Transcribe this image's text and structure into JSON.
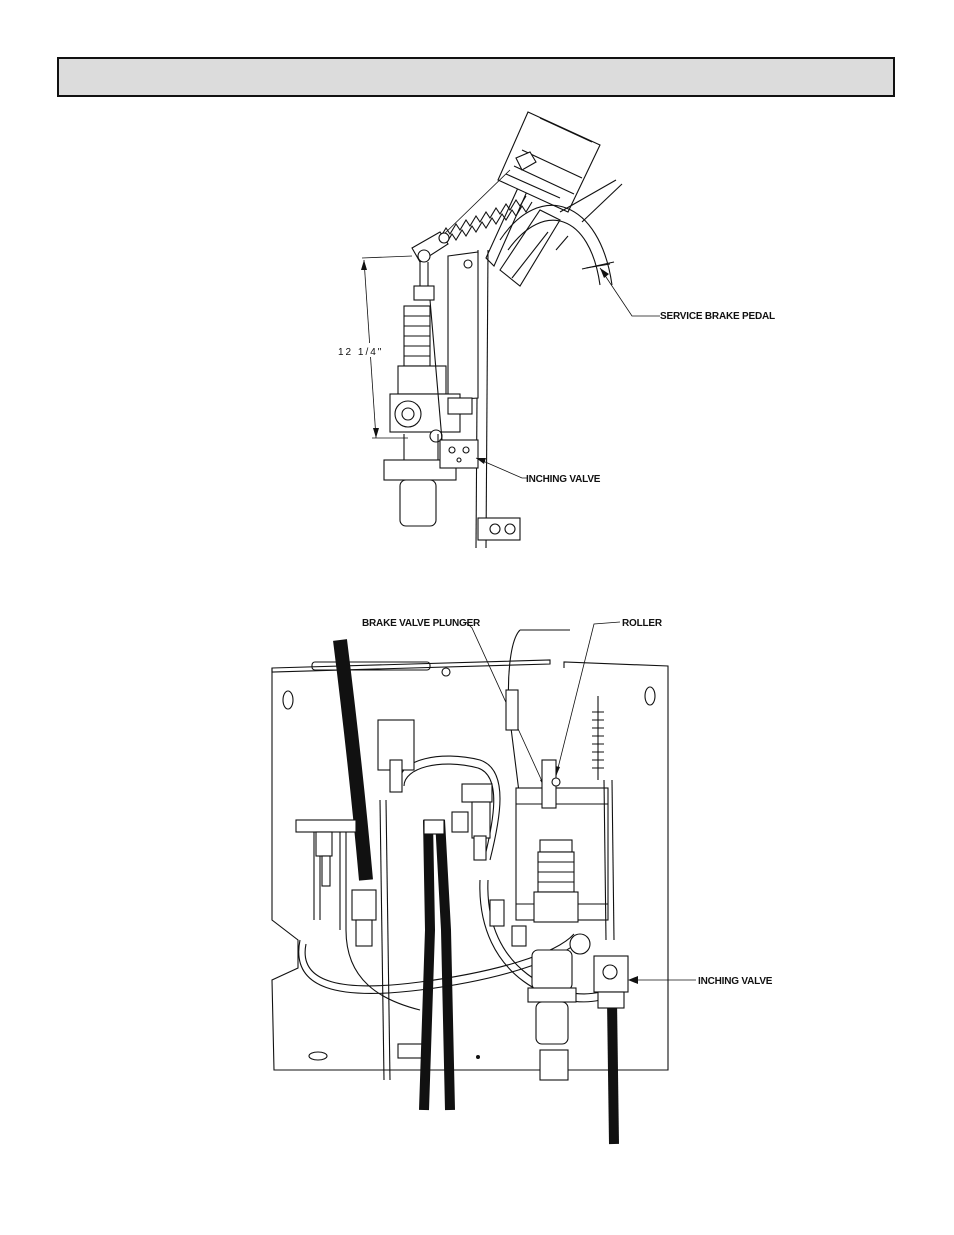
{
  "header": {
    "title": ""
  },
  "figure_top": {
    "labels": {
      "service_brake_pedal": "SERVICE BRAKE PEDAL",
      "inching_valve": "INCHING VALVE",
      "dimension": "12 1/4\""
    }
  },
  "figure_bottom": {
    "labels": {
      "brake_valve_plunger": "BRAKE VALVE PLUNGER",
      "roller": "ROLLER",
      "inching_valve": "INCHING VALVE"
    }
  }
}
